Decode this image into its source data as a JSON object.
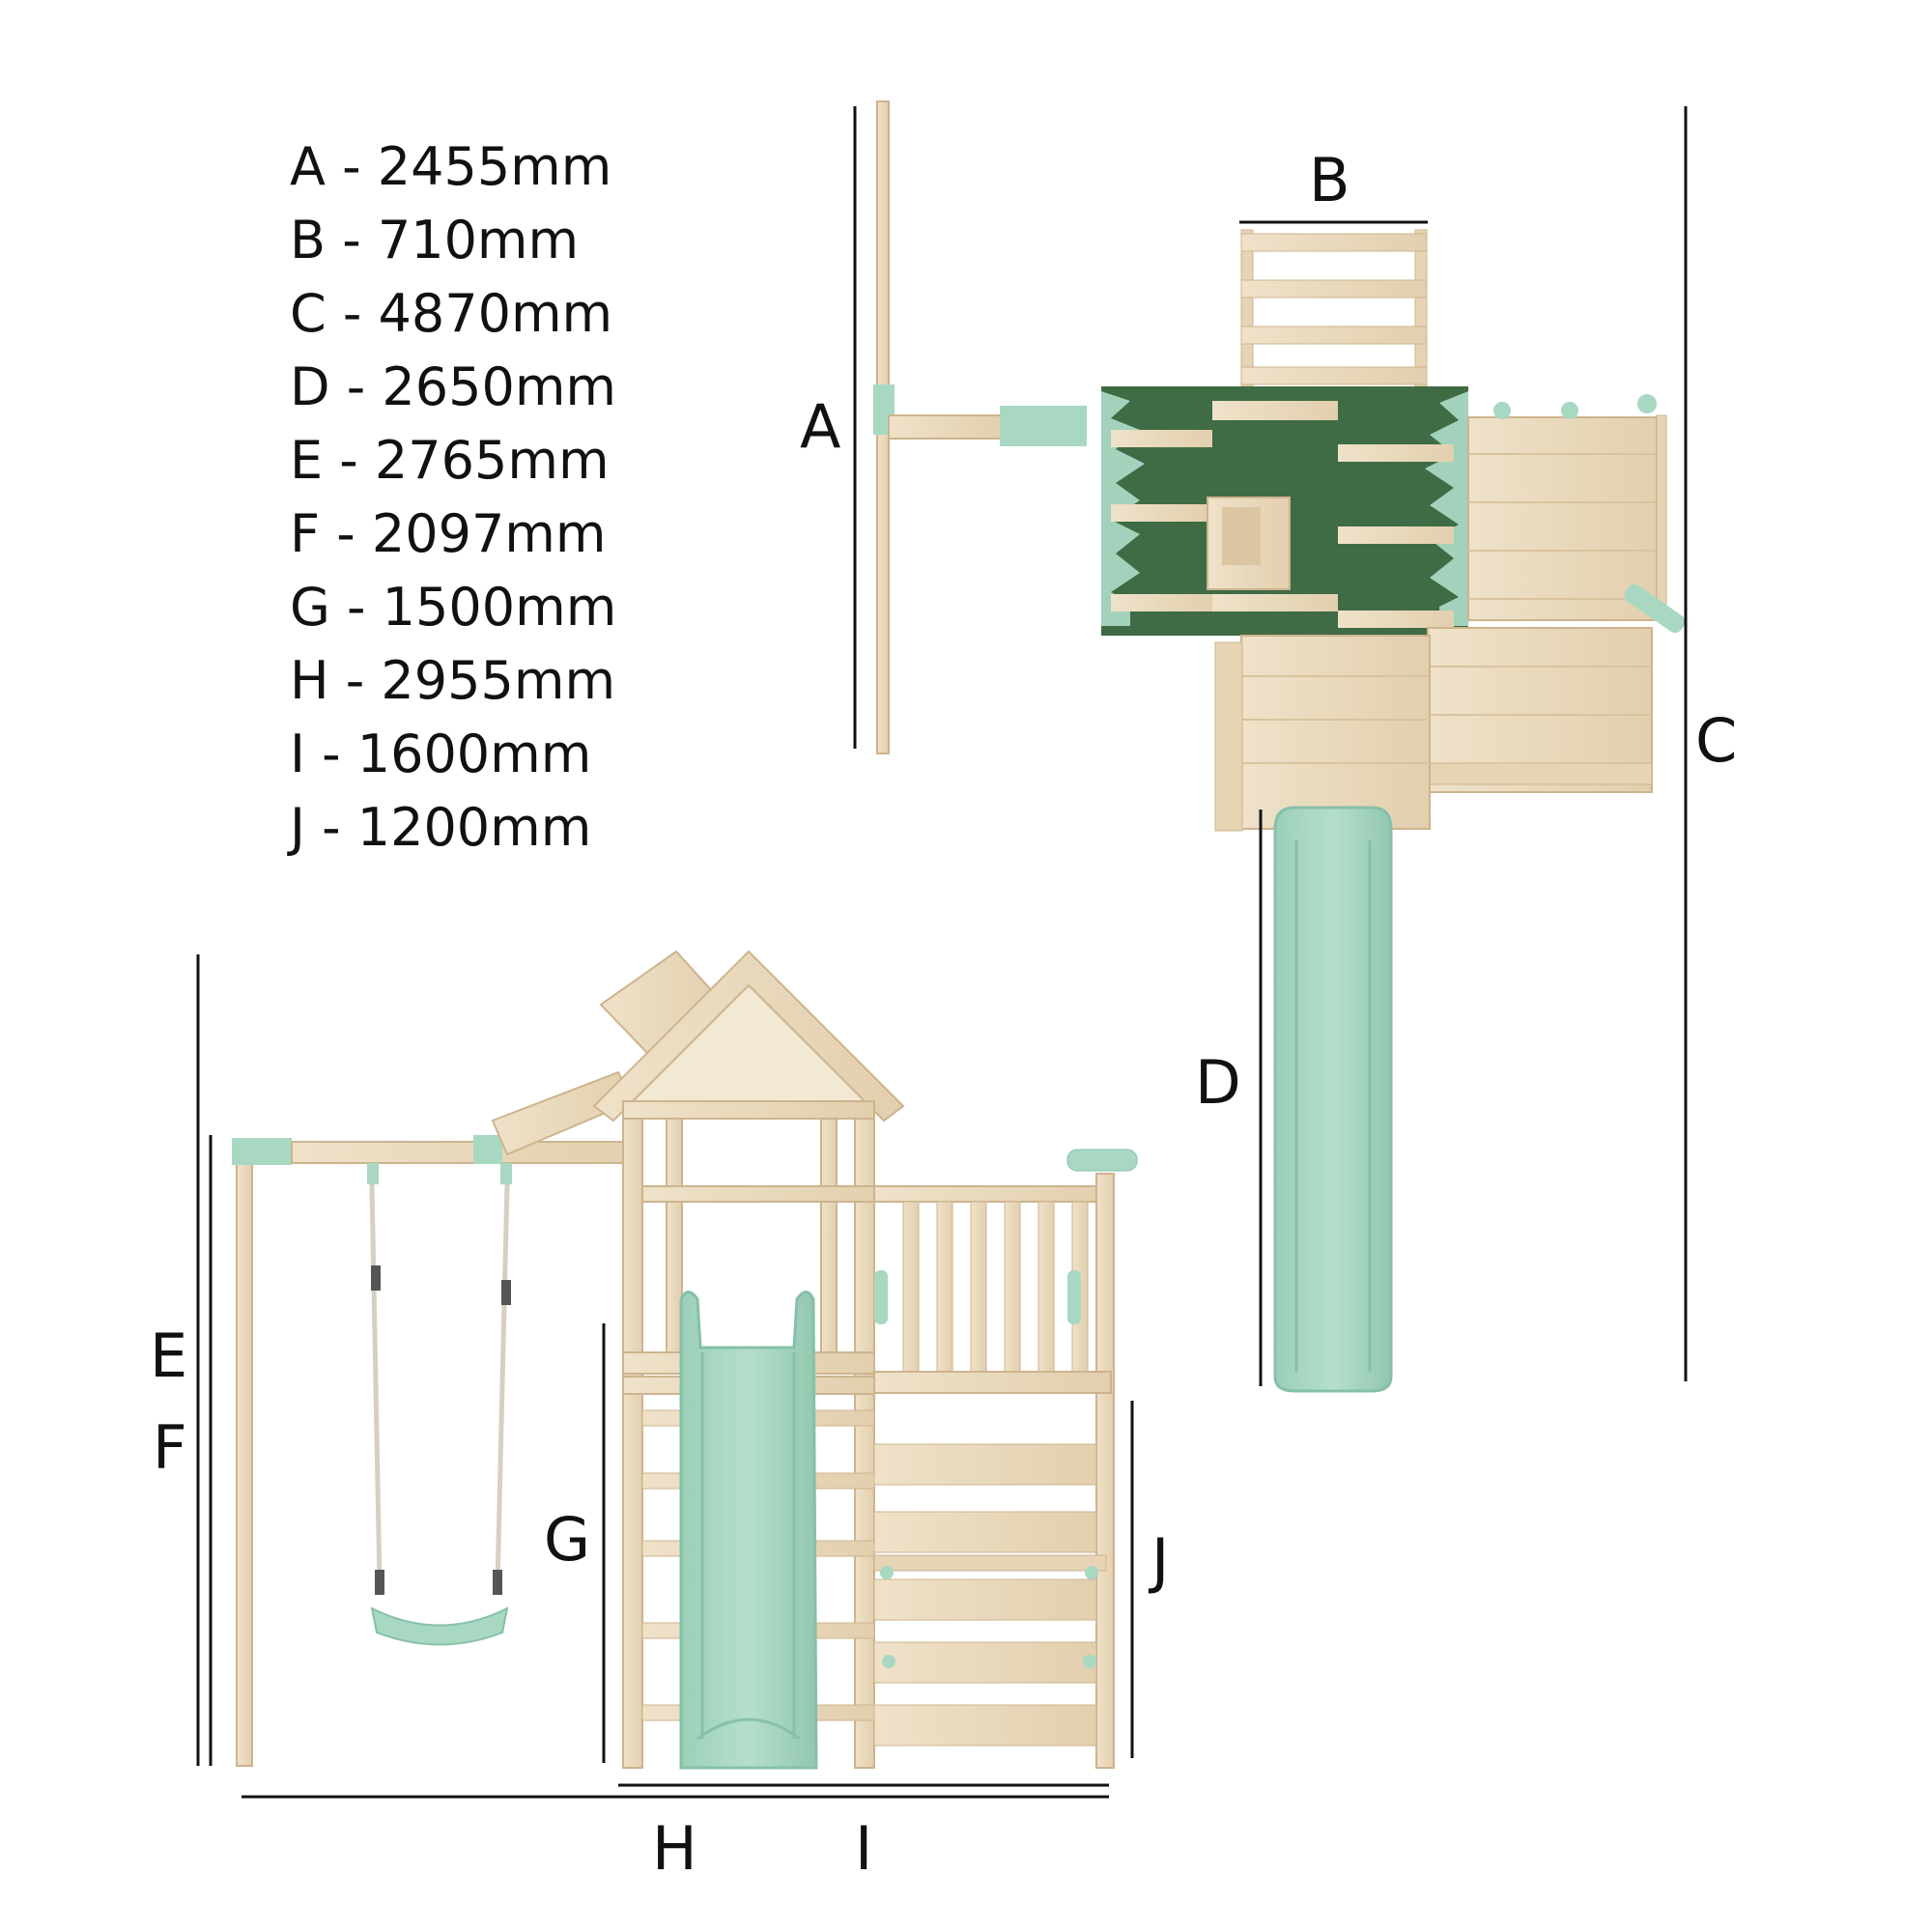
{
  "legend": [
    {
      "key": "A",
      "text": "A - 2455mm"
    },
    {
      "key": "B",
      "text": "B - 710mm"
    },
    {
      "key": "C",
      "text": "C - 4870mm"
    },
    {
      "key": "D",
      "text": "D - 2650mm"
    },
    {
      "key": "E",
      "text": "E - 2765mm"
    },
    {
      "key": "F",
      "text": "F - 2097mm"
    },
    {
      "key": "G",
      "text": "G - 1500mm"
    },
    {
      "key": "H",
      "text": "H - 2955mm"
    },
    {
      "key": "I",
      "text": "I - 1600mm"
    },
    {
      "key": "J",
      "text": "J - 1200mm"
    }
  ],
  "labels": {
    "A": "A",
    "B": "B",
    "C": "C",
    "D": "D",
    "E": "E",
    "F": "F",
    "G": "G",
    "H": "H",
    "I": "I",
    "J": "J"
  },
  "colors": {
    "wood": "#ebdcc2",
    "wood_dark": "#cdb48e",
    "mint": "#a8d8c2",
    "mint_dark": "#86c0a8",
    "roof_green": "#3f6b45",
    "line": "#111111"
  }
}
